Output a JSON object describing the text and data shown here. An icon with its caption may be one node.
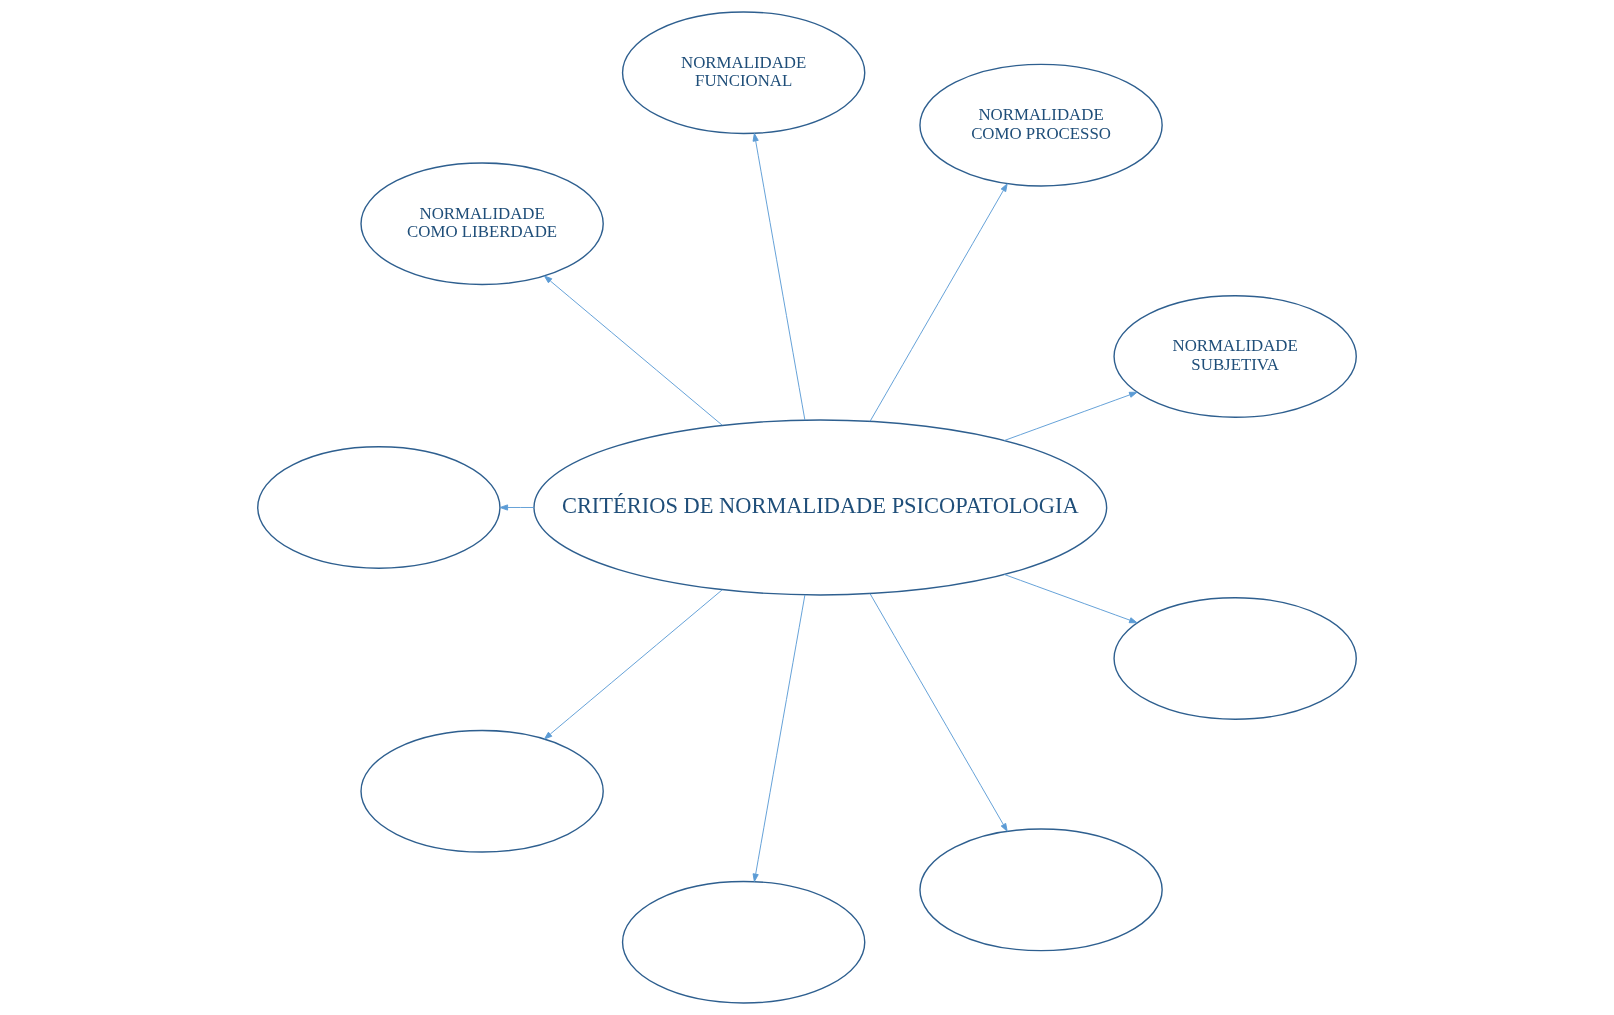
{
  "diagram": {
    "nodes": [
      {
        "text": [
          "CRITÉRIOS DE NORMALIDADE PSICOPATOLOGIA"
        ]
      },
      {
        "text": [
          "NORMALIDADE SUBJETIVA"
        ]
      },
      {
        "text": [
          "NORMALIDADE COMO PROCESSO"
        ]
      },
      {
        "text": [
          "NORMALIDADE FUNCIONAL"
        ]
      },
      {
        "text": [
          "NORMALIDADE COMO LIBERDADE"
        ]
      },
      {
        "text": [],
        "shape": "ellipse"
      },
      {
        "text": [],
        "shape": "ellipse"
      },
      {
        "text": [],
        "shape": "ellipse"
      },
      {
        "text": [],
        "shape": "ellipse"
      },
      {
        "text": [],
        "shape": "ellipse"
      }
    ],
    "edges": [
      {
        "from": 0,
        "to": 1,
        "arrow": "to"
      },
      {
        "from": 0,
        "to": 2,
        "arrow": "to"
      },
      {
        "from": 0,
        "to": 3,
        "arrow": "to"
      },
      {
        "from": 0,
        "to": 4,
        "arrow": "to"
      },
      {
        "from": 0,
        "to": 5,
        "arrow": "to"
      },
      {
        "from": 0,
        "to": 6,
        "arrow": "to"
      },
      {
        "from": 0,
        "to": 7,
        "arrow": "to"
      },
      {
        "from": 0,
        "to": 8,
        "arrow": "to"
      },
      {
        "from": 0,
        "to": 9,
        "arrow": "to"
      }
    ]
  }
}
